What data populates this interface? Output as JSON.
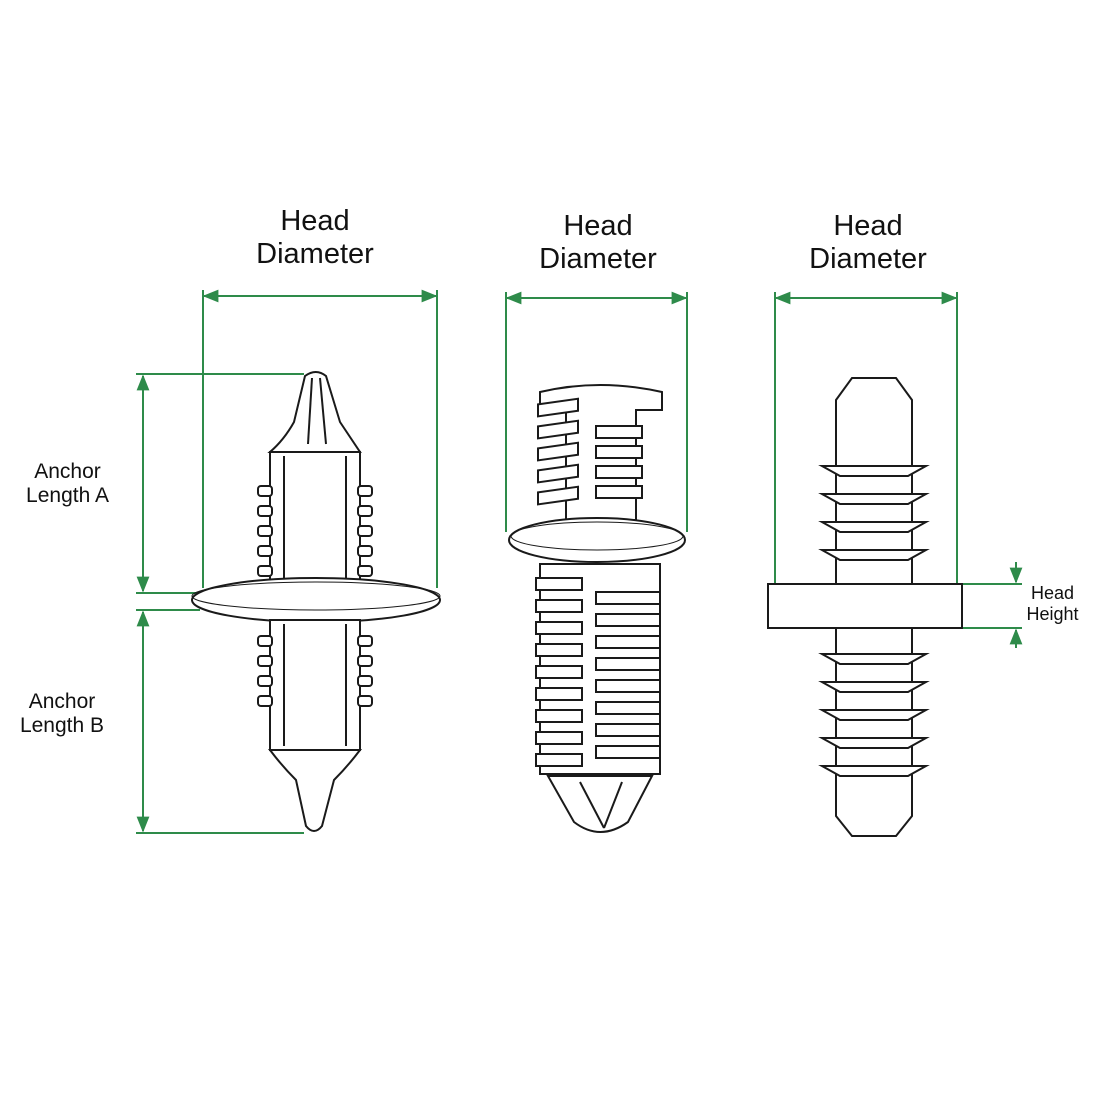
{
  "labels": {
    "head_diameter_1": [
      "Head",
      "Diameter"
    ],
    "head_diameter_2": [
      "Head",
      "Diameter"
    ],
    "head_diameter_3": [
      "Head",
      "Diameter"
    ],
    "anchor_length_a": [
      "Anchor",
      "Length A"
    ],
    "anchor_length_b": [
      "Anchor",
      "Length B"
    ],
    "head_height": [
      "Head",
      "Height"
    ]
  },
  "colors": {
    "dimension_line": "#2e8b4a",
    "outline": "#1a1a1a",
    "background": "#ffffff"
  },
  "parts": [
    {
      "type": "fir-tree-double-ended-rivet"
    },
    {
      "type": "split-leg-push-rivet"
    },
    {
      "type": "threaded-double-ended-rivet"
    }
  ]
}
